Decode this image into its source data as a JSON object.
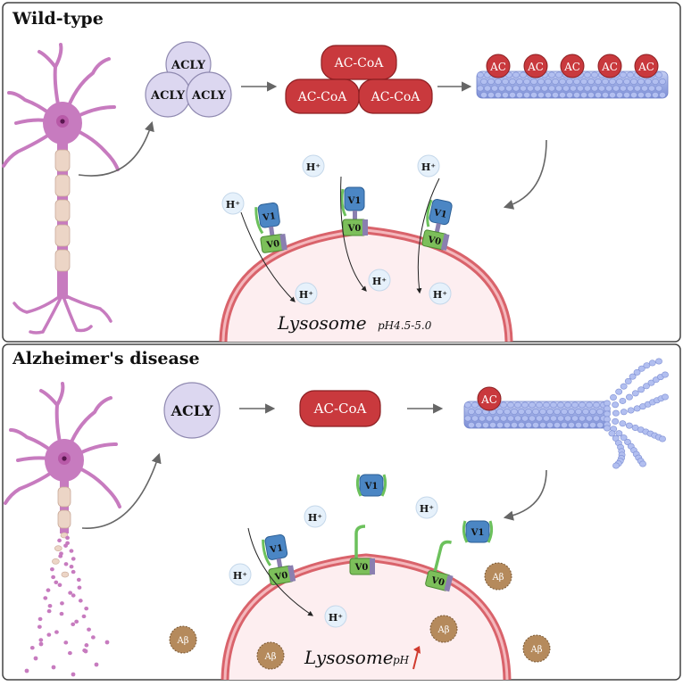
{
  "panels": {
    "wild": {
      "title": "Wild-type",
      "acly": [
        "ACLY",
        "ACLY",
        "ACLY"
      ],
      "accoa": [
        "AC-CoA",
        "AC-CoA",
        "AC-CoA"
      ],
      "ac_marks": [
        "AC",
        "AC",
        "AC",
        "AC",
        "AC"
      ],
      "hplus": "H⁺",
      "pump": {
        "v1": "V1",
        "v0": "V0"
      },
      "lysosome": "Lysosome",
      "ph": "pH4.5-5.0"
    },
    "ad": {
      "title": "Alzheimer's disease",
      "acly": "ACLY",
      "accoa": "AC-CoA",
      "ac_mark": "AC",
      "hplus": "H⁺",
      "pump": {
        "v1": "V1",
        "v0": "V0"
      },
      "abeta": "Aβ",
      "lysosome": "Lysosome",
      "ph": "pH"
    }
  },
  "colors": {
    "neuron": "#c77bbf",
    "neuron_dark": "#9b3f8d",
    "acly_fill": "#dcd7f0",
    "accoa_fill": "#c9393d",
    "microtubule": "#9fb0e6",
    "lysosome": "#d9636b",
    "v1": "#4b86c4",
    "v0": "#7cbf5a",
    "abeta": "#b58a5c",
    "ph_arrow": "#d03a2e"
  }
}
